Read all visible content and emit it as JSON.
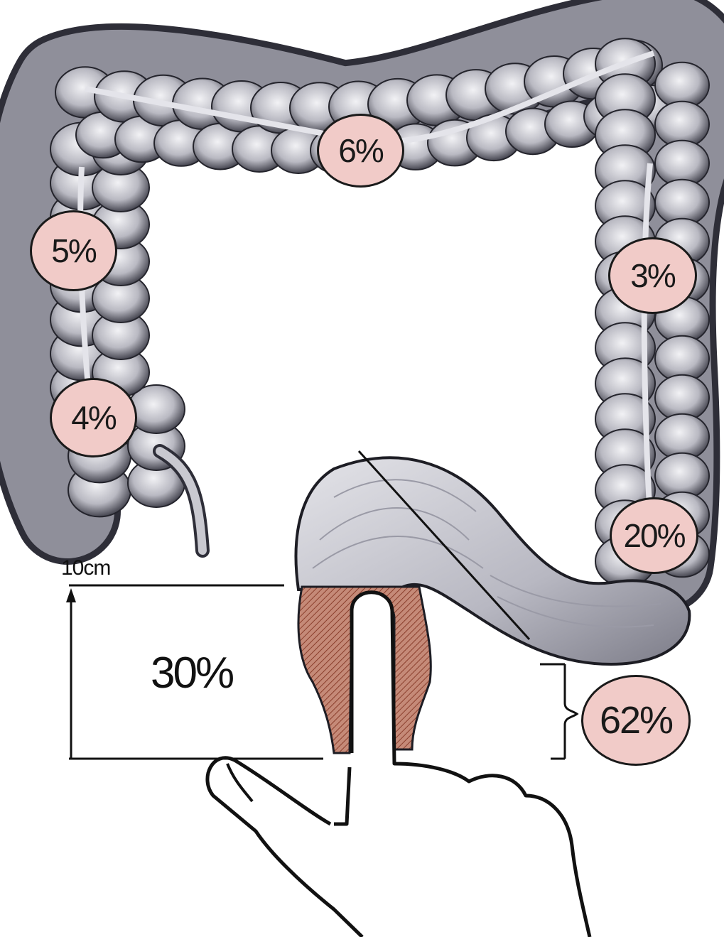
{
  "colors": {
    "colon_fill": "#c9c9cf",
    "colon_shade": "#3d3d48",
    "colon_highlight": "#ececf0",
    "badge_fill": "#f1cbc8",
    "rectum_red": "#b06a55",
    "line": "#111111"
  },
  "regions": {
    "transverse": "6%",
    "ascending_upper": "5%",
    "cecum": "4%",
    "descending": "3%",
    "sigmoid": "20%",
    "rectum": "30%",
    "rectosigmoid": "62%"
  },
  "scale_label": "10cm"
}
